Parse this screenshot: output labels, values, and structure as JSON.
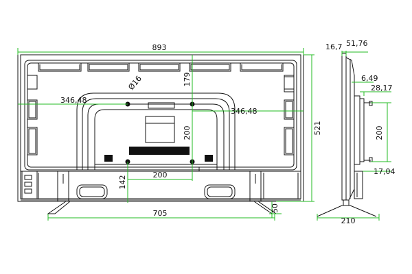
{
  "colors": {
    "outline": "#111111",
    "dimension_line": "#22bb22",
    "background": "#ffffff"
  },
  "front_view": {
    "overall_width": "893",
    "overall_height": "521",
    "stand_span": "705",
    "stand_height": "50",
    "mount_horizontal": "200",
    "mount_vertical": "200",
    "left_offset": "346,48",
    "right_offset": "346,48",
    "top_offset": "179",
    "bottom_offset": "142",
    "screw_hole": "Ø16"
  },
  "side_view": {
    "top_depth_a": "16,7",
    "top_depth_b": "51,76",
    "depth_c": "6,49",
    "depth_d": "28,17",
    "mount_vertical": "200",
    "depth_e": "17,04",
    "stand_depth": "210"
  }
}
